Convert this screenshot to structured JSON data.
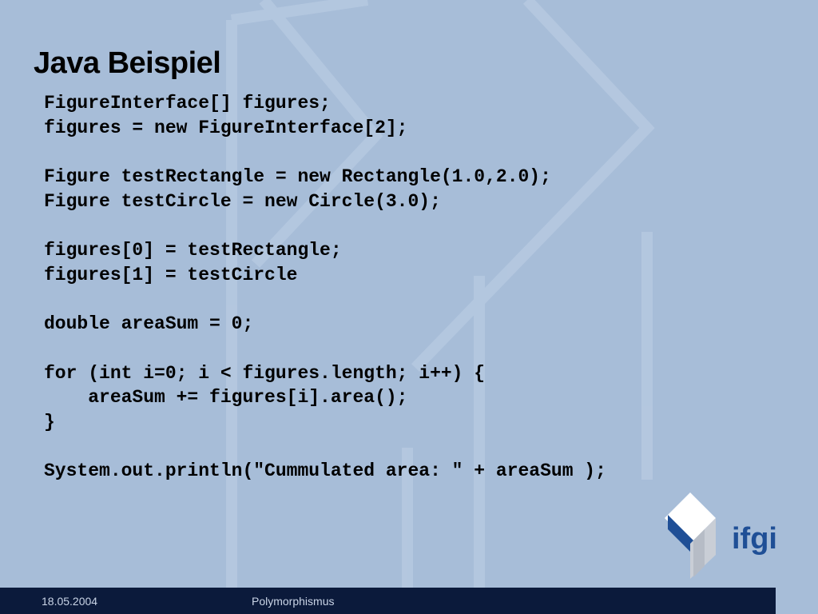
{
  "slide": {
    "title": "Java Beispiel",
    "code_lines": [
      "FigureInterface[] figures;",
      "figures = new FigureInterface[2];",
      "",
      "Figure testRectangle = new Rectangle(1.0,2.0);",
      "Figure testCircle = new Circle(3.0);",
      "",
      "figures[0] = testRectangle;",
      "figures[1] = testCircle",
      "",
      "double areaSum = 0;",
      "",
      "for (int i=0; i < figures.length; i++) {",
      "    areaSum += figures[i].area();",
      "}",
      "",
      "System.out.println(\"Cummulated area: \" + areaSum );"
    ]
  },
  "logo": {
    "text": "ifgi",
    "icon": "ifgi-cube-logo-icon"
  },
  "footer": {
    "date": "18.05.2004",
    "topic": "Polymorphismus"
  },
  "colors": {
    "background": "#a7bdd8",
    "footer": "#0b1a3b",
    "logo_blue": "#1f4f96"
  }
}
